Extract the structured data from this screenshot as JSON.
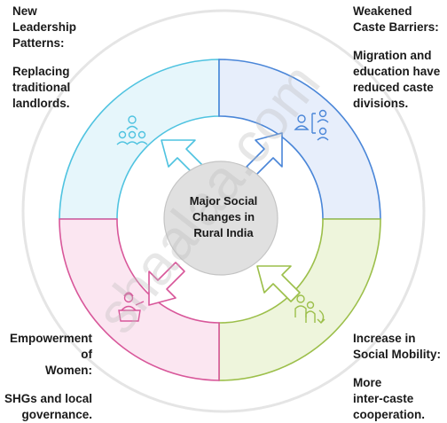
{
  "center": {
    "line1": "Major Social",
    "line2": "Changes in",
    "line3": "Rural India"
  },
  "sections": [
    {
      "id": "top-left",
      "title": [
        "New",
        "Leadership",
        "Patterns:"
      ],
      "body": [
        "Replacing",
        "traditional",
        "landlords."
      ],
      "icon": "group-leader-icon",
      "fill": "#e6f6fb",
      "stroke": "#4fc3e0"
    },
    {
      "id": "top-right",
      "title": [
        "Weakened",
        "Caste Barriers:"
      ],
      "body": [
        "Migration and",
        "education have",
        "reduced caste",
        "divisions."
      ],
      "icon": "people-network-icon",
      "fill": "#e7eefb",
      "stroke": "#4a86d8"
    },
    {
      "id": "bottom-right",
      "title": [
        "Increase in",
        "Social Mobility:"
      ],
      "body": [
        "More",
        "inter-caste",
        "cooperation."
      ],
      "icon": "family-mobility-icon",
      "fill": "#eef5dc",
      "stroke": "#9cbf4a"
    },
    {
      "id": "bottom-left",
      "title": [
        "Empowerment of",
        "Women:"
      ],
      "body": [
        "SHGs and local",
        "governance."
      ],
      "icon": "woman-speaker-icon",
      "fill": "#fbe6f1",
      "stroke": "#d8579a"
    }
  ],
  "watermark": "shaalaa.com"
}
